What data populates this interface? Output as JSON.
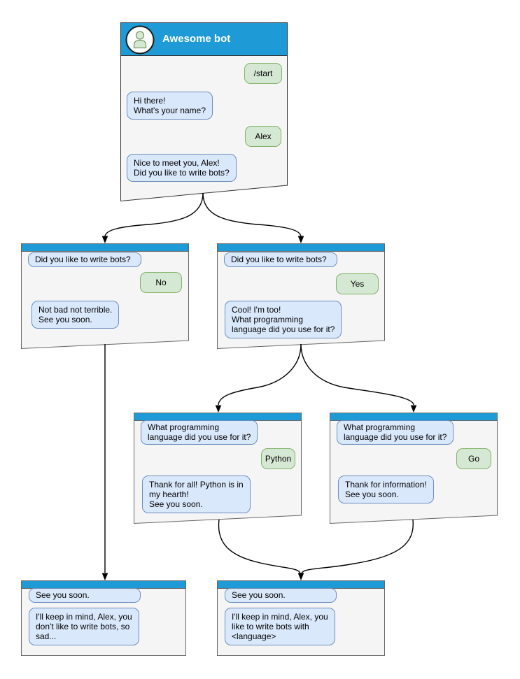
{
  "colors": {
    "titlebar_blue": "#1E9BD7",
    "window_fill": "#F5F5F5",
    "window_stroke": "#666666",
    "root_window_stroke": "#333333",
    "bot_bubble_fill": "#DAE8FC",
    "bot_bubble_stroke": "#6C8EBF",
    "user_bubble_fill": "#D5E8D4",
    "user_bubble_stroke": "#82B366",
    "arrow_color": "#000000",
    "title_text_color": "#FFFFFF",
    "message_text_color": "#000000"
  },
  "windows": {
    "root": {
      "title": "Awesome bot",
      "avatar_icon": "person-icon",
      "messages": [
        {
          "from": "user",
          "text": "/start"
        },
        {
          "from": "bot",
          "text": "Hi there!\nWhat's your name?"
        },
        {
          "from": "user",
          "text": "Alex"
        },
        {
          "from": "bot",
          "text": "Nice to meet you, Alex!\nDid you like to write bots?"
        }
      ]
    },
    "no_branch": {
      "messages": [
        {
          "from": "bot",
          "text": "Did you like to write bots?"
        },
        {
          "from": "user",
          "text": "No"
        },
        {
          "from": "bot",
          "text": "Not bad not terrible.\nSee you soon."
        }
      ]
    },
    "yes_branch": {
      "messages": [
        {
          "from": "bot",
          "text": "Did you like to write bots?"
        },
        {
          "from": "user",
          "text": "Yes"
        },
        {
          "from": "bot",
          "text": "Cool! I'm too!\nWhat programming\nlanguage did you use for it?"
        }
      ]
    },
    "python_branch": {
      "messages": [
        {
          "from": "bot",
          "text": "What programming\nlanguage did you use for it?"
        },
        {
          "from": "user",
          "text": "Python"
        },
        {
          "from": "bot",
          "text": "Thank for all! Python is in\nmy hearth!\nSee you soon."
        }
      ]
    },
    "go_branch": {
      "messages": [
        {
          "from": "bot",
          "text": "What programming\nlanguage did you use for it?"
        },
        {
          "from": "user",
          "text": "Go"
        },
        {
          "from": "bot",
          "text": "Thank for information!\nSee you soon."
        }
      ]
    },
    "end_no": {
      "messages": [
        {
          "from": "bot",
          "text": "See you soon."
        },
        {
          "from": "bot",
          "text": "I'll keep in mind, Alex, you\ndon't like to write bots, so\nsad..."
        }
      ]
    },
    "end_yes": {
      "messages": [
        {
          "from": "bot",
          "text": "See you soon."
        },
        {
          "from": "bot",
          "text": "I'll keep in mind, Alex, you\nlike to write bots with\n<language>"
        }
      ]
    }
  },
  "edges": [
    {
      "from": "root",
      "to": "no_branch"
    },
    {
      "from": "root",
      "to": "yes_branch"
    },
    {
      "from": "no_branch",
      "to": "end_no"
    },
    {
      "from": "yes_branch",
      "to": "python_branch"
    },
    {
      "from": "yes_branch",
      "to": "go_branch"
    },
    {
      "from": "python_branch",
      "to": "end_yes"
    },
    {
      "from": "go_branch",
      "to": "end_yes"
    }
  ]
}
